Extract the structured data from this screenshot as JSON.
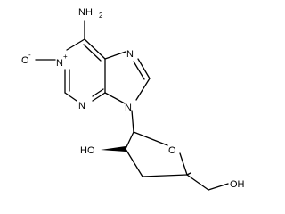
{
  "molecule": {
    "atoms": {
      "n_amine": "NH",
      "n_amine_sub": "2",
      "n_oxide_o": "O",
      "n_oxide_o_charge": "-",
      "n1": "N",
      "n1_charge": "+",
      "n3": "N",
      "n7": "N",
      "n9": "N",
      "o_ring": "O",
      "oh_left": "HO",
      "oh_right": "OH"
    },
    "colors": {
      "bond": "#000000",
      "text": "#000000"
    }
  }
}
